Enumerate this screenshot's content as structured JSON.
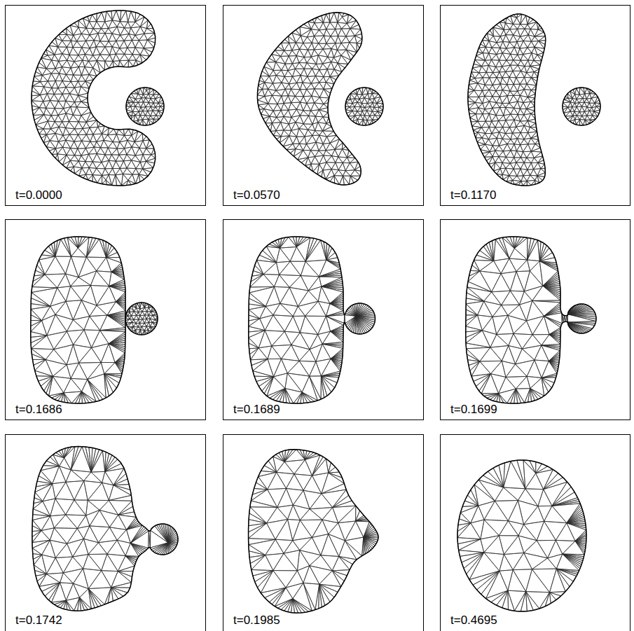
{
  "diagram": {
    "nodes": [
      {
        "text": [
          "t=0.0000"
        ]
      },
      {
        "text": [
          "t=0.0570"
        ]
      },
      {
        "text": [
          "t=0.1170"
        ]
      },
      {
        "text": [
          "t=0.1686"
        ]
      },
      {
        "text": [
          "t=0.1689"
        ]
      },
      {
        "text": [
          "t=0.1699"
        ]
      },
      {
        "text": [
          "t=0.1742"
        ]
      },
      {
        "text": [
          "t=0.1985"
        ]
      },
      {
        "text": [
          "t=0.4695"
        ]
      }
    ]
  }
}
